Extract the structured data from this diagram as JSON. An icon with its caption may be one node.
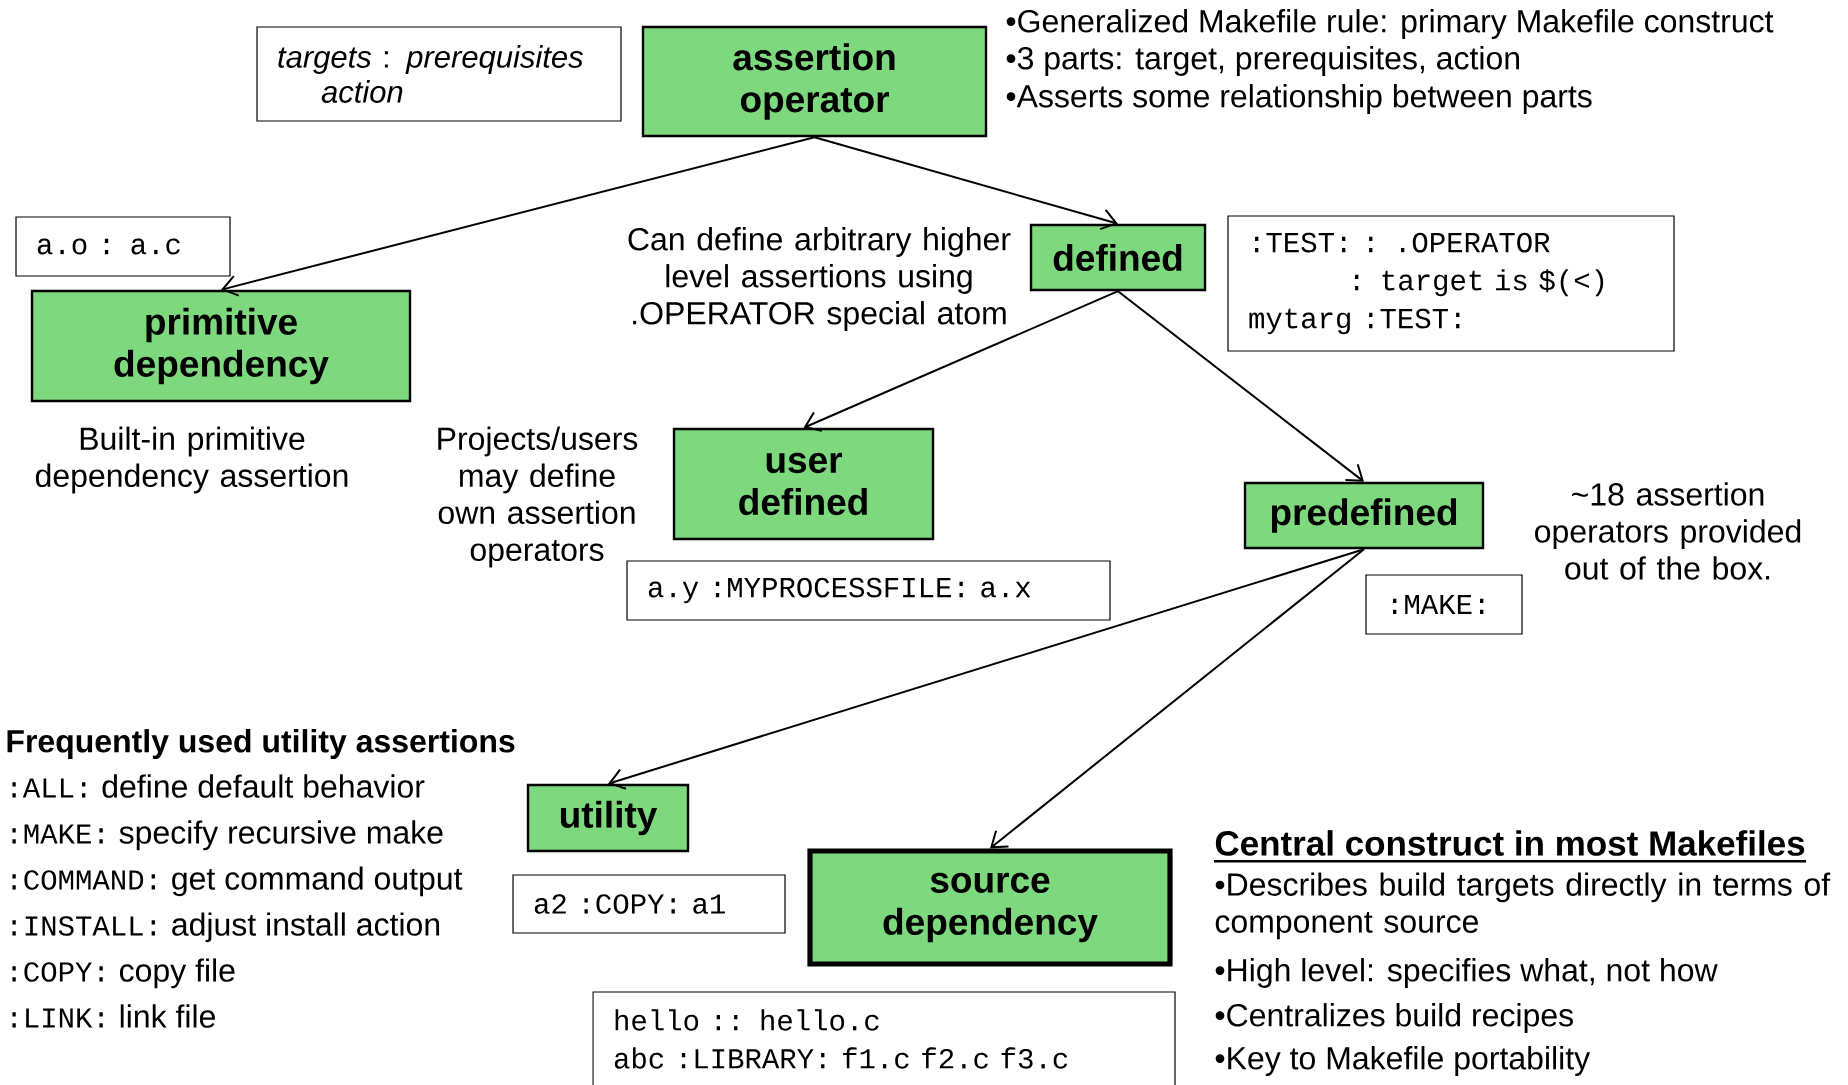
{
  "diagram": {
    "nodes": [
      {
        "text": [
          "assertion operator"
        ]
      },
      {
        "text": [
          "primitive dependency"
        ],
        "beside": [
          "Built-in primitive dependency assertion"
        ]
      },
      {
        "text": [
          "defined"
        ],
        "beside": [
          "Can define arbitrary higher level assertions using .OPERATOR special atom"
        ]
      },
      {
        "text": [
          "user defined"
        ]
      },
      {
        "text": [
          "predefined"
        ]
      },
      {
        "text": [
          "utility"
        ]
      },
      {
        "text": [
          "source dependency"
        ]
      },
      {
        "text": [
          "*targets* : *prerequisites*",
          "action"
        ]
      },
      {
        "text": [
          "a.o : a.c"
        ]
      },
      {
        "text": [
          ":TEST: : .OPERATOR",
          ": target is $(<)",
          "mytarg :TEST:"
        ]
      },
      {
        "text": [
          "a.y :MYPROCESSFILE: a.x"
        ]
      },
      {
        "text": [
          ":MAKE:"
        ]
      },
      {
        "text": [
          "a2 :COPY: a1"
        ]
      },
      {
        "text": [
          "hello :: hello.c",
          "abc :LIBRARY: f1.c f2.c f3.c"
        ]
      }
    ],
    "edges": [
      {
        "from": 0,
        "to": 1,
        "arrow": "to"
      },
      {
        "from": 0,
        "to": 2,
        "arrow": "to"
      },
      {
        "from": 2,
        "to": 3,
        "arrow": "to"
      },
      {
        "from": 2,
        "to": 4,
        "arrow": "to"
      },
      {
        "from": 4,
        "to": 5,
        "arrow": "to"
      },
      {
        "from": 4,
        "to": 6,
        "arrow": "to"
      }
    ],
    "labels": [
      "•Generalized Makefile rule: primary Makefile construct",
      "•3 parts: target, prerequisites, action",
      "•Asserts some relationship between parts",
      "Frequently used utility assertions",
      ":ALL:",
      "define default behavior",
      ":MAKE:",
      "specify recursive make",
      ":COMMAND:",
      "get command output",
      ":INSTALL:",
      "adjust install action",
      ":COPY:",
      "copy file",
      ":LINK:",
      "link file",
      "Central construct in most Makefiles",
      "•Describes build targets directly in terms of component source",
      "•High level: specifies what, not how",
      "•Centralizes build recipes",
      "•Key to Makefile portability",
      "Projects/users may define own assertion operators",
      "~18 assertion operators provided out of the box."
    ]
  }
}
